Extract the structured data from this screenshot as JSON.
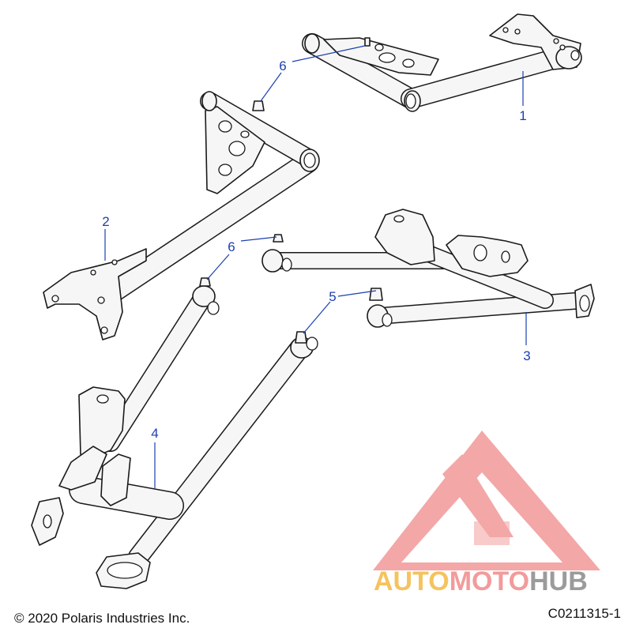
{
  "callouts": [
    {
      "id": "1",
      "label": "1"
    },
    {
      "id": "2",
      "label": "2"
    },
    {
      "id": "3",
      "label": "3"
    },
    {
      "id": "4",
      "label": "4"
    },
    {
      "id": "5",
      "label": "5"
    },
    {
      "id": "6a",
      "label": "6"
    },
    {
      "id": "6b",
      "label": "6"
    }
  ],
  "footer": {
    "copyright": "© 2020 Polaris Industries Inc.",
    "drawing_number": "C0211315-1"
  },
  "watermark": {
    "part1": "AUTO",
    "part2": "MOTO",
    "part3": "HUB",
    "colors": {
      "auto": "#f4b942",
      "moto": "#f08a8a",
      "hub": "#8a8a8a",
      "triangle": "#f08a8a"
    }
  },
  "colors": {
    "callout": "#1c3fb0",
    "line": "#1a1a1a"
  }
}
